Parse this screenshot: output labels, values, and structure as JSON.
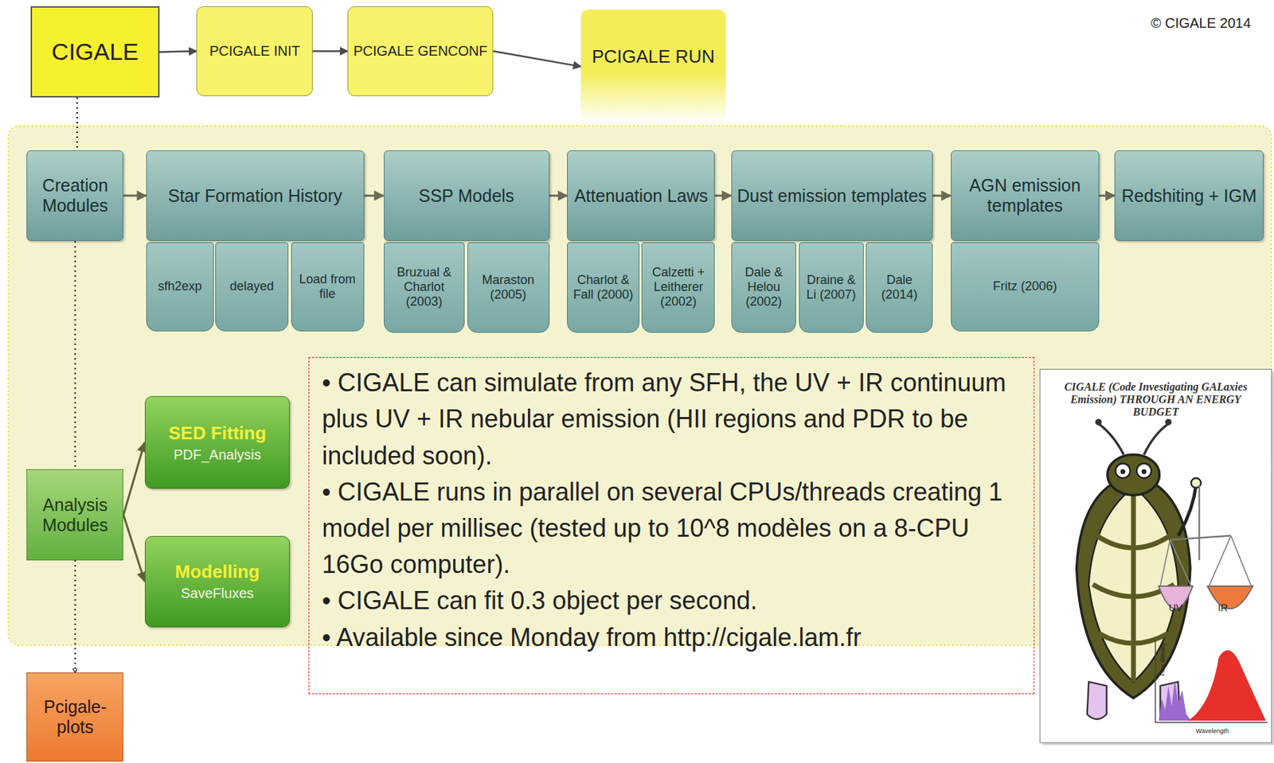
{
  "diagram": {
    "nodes": [
      {
        "text": [
          "CIGALE"
        ]
      },
      {
        "text": [
          "PCIGALE INIT"
        ]
      },
      {
        "text": [
          "PCIGALE GENCONF"
        ]
      },
      {
        "text": [
          "PCIGALE RUN"
        ]
      },
      {
        "text": [
          "Creation Modules"
        ]
      },
      {
        "text": [
          "Star Formation History"
        ]
      },
      {
        "text": [
          "sfh2exp"
        ]
      },
      {
        "text": [
          "delayed"
        ]
      },
      {
        "text": [
          "Load from file"
        ]
      },
      {
        "text": [
          "SSP Models"
        ]
      },
      {
        "text": [
          "Bruzual & Charlot (2003)"
        ]
      },
      {
        "text": [
          "Maraston (2005)"
        ]
      },
      {
        "text": [
          "Attenuation Laws"
        ]
      },
      {
        "text": [
          "Charlot & Fall (2000)"
        ]
      },
      {
        "text": [
          "Calzetti + Leitherer (2002)"
        ]
      },
      {
        "text": [
          "Dust emission templates"
        ]
      },
      {
        "text": [
          "Dale & Helou (2002)"
        ]
      },
      {
        "text": [
          "Draine & Li (2007)"
        ]
      },
      {
        "text": [
          "Dale (2014)"
        ]
      },
      {
        "text": [
          "AGN emission templates"
        ]
      },
      {
        "text": [
          "Fritz (2006)"
        ]
      },
      {
        "text": [
          "Redshiting + IGM"
        ]
      },
      {
        "text": [
          "Analysis Modules"
        ]
      },
      {
        "text": [
          "SED Fitting",
          "PDF_Analysis"
        ]
      },
      {
        "text": [
          "Modelling",
          "SaveFluxes"
        ]
      },
      {
        "text": [
          "Pcigale-plots"
        ]
      },
      {
        "text": [
          "• CIGALE can simulate from any SFH, the UV + IR continuum plus UV + IR nebular emission (HII regions and PDR to be included soon).",
          "• CIGALE runs in parallel on several CPUs/threads creating 1 model per millisec (tested up to 10^8 modèles on a 8-CPU 16Go computer).",
          "• CIGALE can fit 0.3 object per second.",
          "• Available since Monday from http://cigale.lam.fr"
        ]
      },
      {
        "text": [
          "CIGALE (Code Investigating GALaxies Emission) THROUGH AN ENERGY BUDGET"
        ]
      }
    ],
    "edges": [
      {
        "from": 0,
        "to": 1,
        "arrow": "to"
      },
      {
        "from": 1,
        "to": 2,
        "arrow": "to"
      },
      {
        "from": 2,
        "to": 3,
        "arrow": "to"
      },
      {
        "from": 4,
        "to": 5,
        "arrow": "to"
      },
      {
        "from": 5,
        "to": 9,
        "arrow": "to"
      },
      {
        "from": 9,
        "to": 12,
        "arrow": "to"
      },
      {
        "from": 12,
        "to": 15,
        "arrow": "to"
      },
      {
        "from": 15,
        "to": 19,
        "arrow": "to"
      },
      {
        "from": 19,
        "to": 21,
        "arrow": "to"
      },
      {
        "from": 22,
        "to": 23,
        "arrow": "to"
      },
      {
        "from": 22,
        "to": 24,
        "arrow": "to"
      },
      {
        "from": 0,
        "to": 4,
        "arrow": "none"
      },
      {
        "from": 4,
        "to": 22,
        "arrow": "none"
      },
      {
        "from": 22,
        "to": 25,
        "arrow": "to"
      }
    ],
    "labels": [
      "© CIGALE 2014",
      "UV",
      "IR",
      "Flux density",
      "Wavelength"
    ]
  }
}
